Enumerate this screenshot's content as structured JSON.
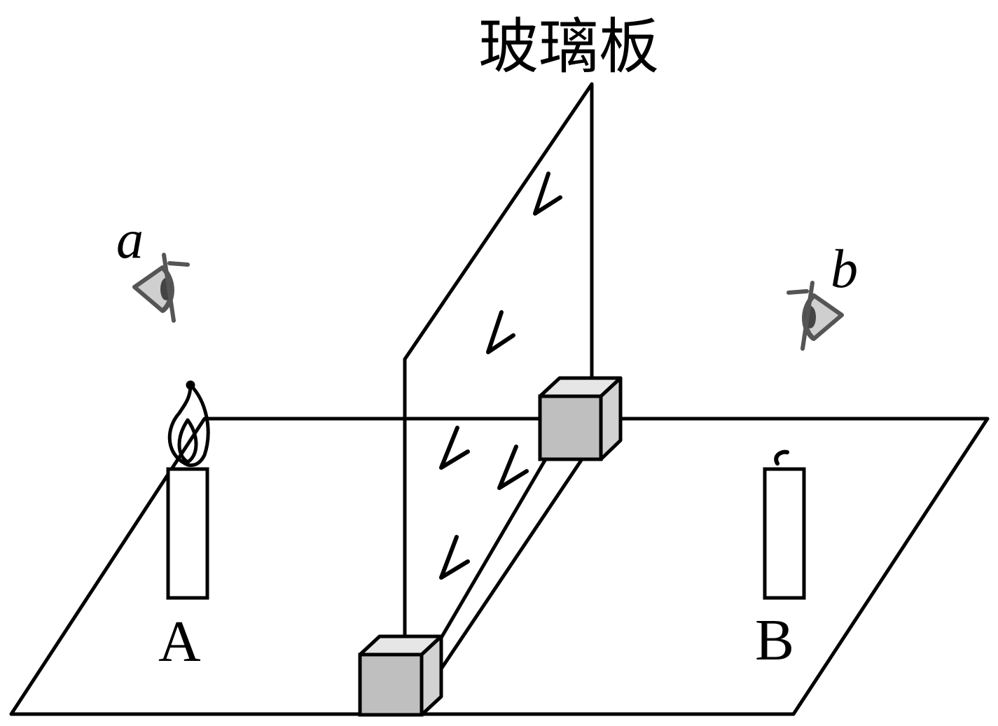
{
  "labels": {
    "glass": "玻璃板",
    "candle_a": "A",
    "candle_b": "B",
    "eye_a": "a",
    "eye_b": "b"
  },
  "colors": {
    "stroke": "#000000",
    "block_fill": "#bfbfbf",
    "block_top": "#e6e6e6",
    "block_side": "#d2d2d2",
    "eye": "#555555"
  },
  "icons": {
    "eye_a": "eye-icon",
    "eye_b": "eye-icon",
    "flame": "flame-icon"
  }
}
